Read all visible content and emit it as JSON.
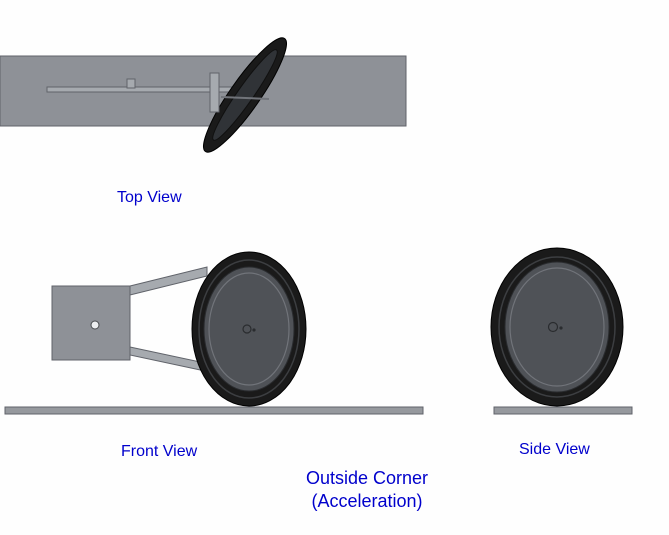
{
  "labels": {
    "top_view": "Top View",
    "front_view": "Front View",
    "side_view": "Side View"
  },
  "caption": {
    "line1": "Outside Corner",
    "line2": "(Acceleration)"
  },
  "colors": {
    "background": "#fefefe",
    "label_text": "#0000cc",
    "plate_gray": "#8e9197",
    "plate_stroke": "#60636a",
    "ground_gray": "#96999e",
    "rod_gray": "#a6aaaf",
    "tire_black": "#1a1a1a",
    "tire_highlight": "#3c3e41",
    "rim_gray": "#303337",
    "hub_gray": "#4f5257",
    "hub_light": "#71747a",
    "hub_stroke": "#2a2c2f",
    "hole_white": "#edeff1"
  }
}
